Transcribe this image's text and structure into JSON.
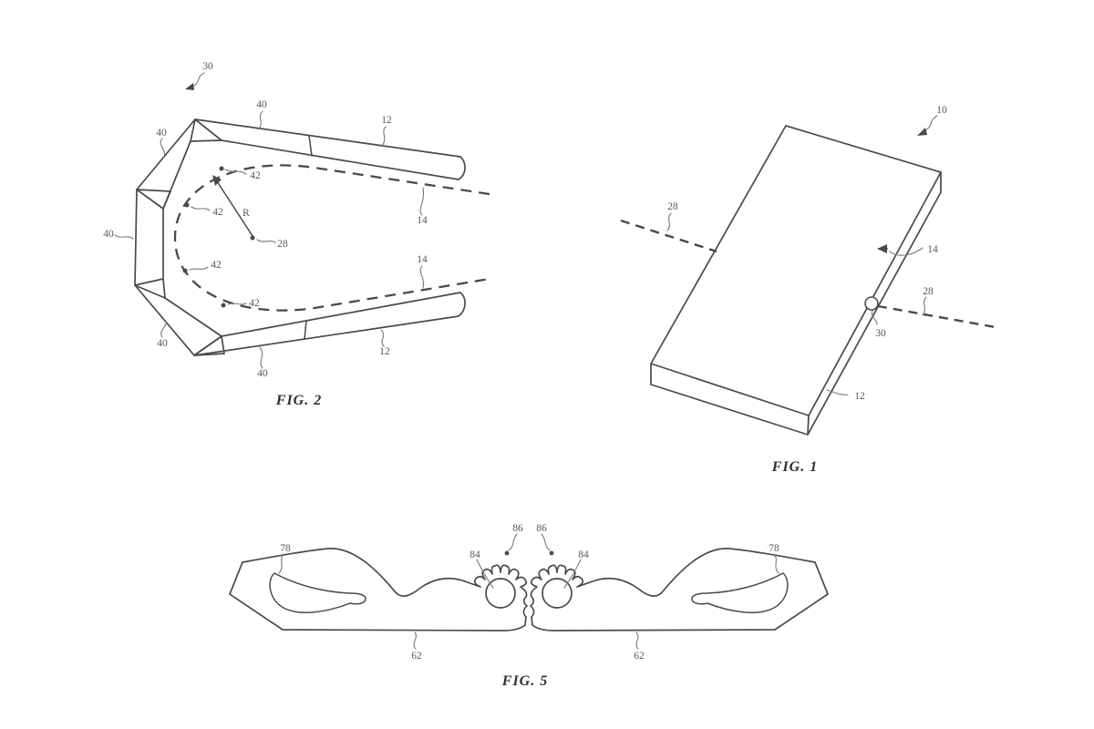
{
  "colors": {
    "background": "#ffffff",
    "line": "#4a4a4a",
    "leader": "#787878",
    "label": "#575757",
    "caption": "#2e2e2e"
  },
  "figures": {
    "fig2": {
      "caption": "FIG. 2",
      "labels": [
        {
          "name": "ref-30",
          "text": "30"
        },
        {
          "name": "ref-40-top",
          "text": "40"
        },
        {
          "name": "ref-12-top",
          "text": "12"
        },
        {
          "name": "ref-40-upper-left",
          "text": "40"
        },
        {
          "name": "ref-40-left",
          "text": "40"
        },
        {
          "name": "ref-42-a",
          "text": "42"
        },
        {
          "name": "ref-42-b",
          "text": "42"
        },
        {
          "name": "ref-radius",
          "text": "R"
        },
        {
          "name": "ref-28",
          "text": "28"
        },
        {
          "name": "ref-42-c",
          "text": "42"
        },
        {
          "name": "ref-42-d",
          "text": "42"
        },
        {
          "name": "ref-14-upper",
          "text": "14"
        },
        {
          "name": "ref-40-lower-left",
          "text": "40"
        },
        {
          "name": "ref-40-bottom",
          "text": "40"
        },
        {
          "name": "ref-12-bottom",
          "text": "12"
        },
        {
          "name": "ref-14-lower",
          "text": "14"
        }
      ]
    },
    "fig1": {
      "caption": "FIG. 1",
      "labels": [
        {
          "name": "ref-10",
          "text": "10"
        },
        {
          "name": "ref-28-left",
          "text": "28"
        },
        {
          "name": "ref-14",
          "text": "14"
        },
        {
          "name": "ref-28-right",
          "text": "28"
        },
        {
          "name": "ref-30",
          "text": "30"
        },
        {
          "name": "ref-12",
          "text": "12"
        }
      ]
    },
    "fig5": {
      "caption": "FIG. 5",
      "labels": [
        {
          "name": "ref-78-left",
          "text": "78"
        },
        {
          "name": "ref-84-left",
          "text": "84"
        },
        {
          "name": "ref-86-left",
          "text": "86"
        },
        {
          "name": "ref-86-right",
          "text": "86"
        },
        {
          "name": "ref-84-right",
          "text": "84"
        },
        {
          "name": "ref-78-right",
          "text": "78"
        },
        {
          "name": "ref-62-left",
          "text": "62"
        },
        {
          "name": "ref-62-right",
          "text": "62"
        }
      ]
    }
  }
}
